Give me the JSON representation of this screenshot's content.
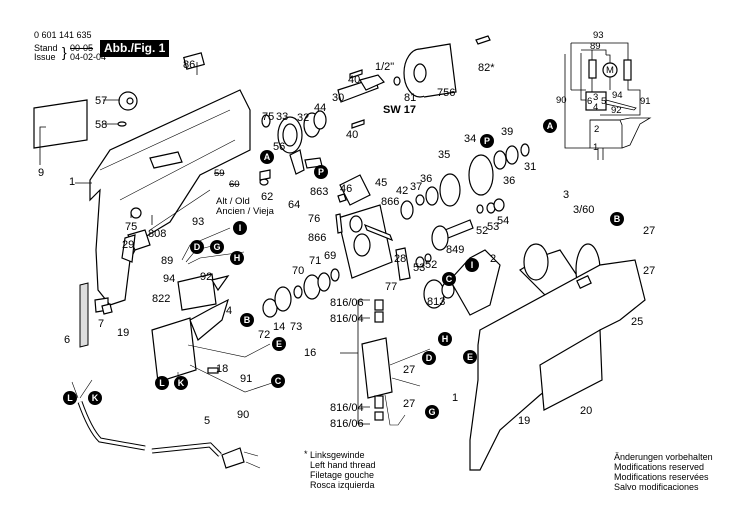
{
  "header": {
    "part_number": "0 601 141 635",
    "stand_label": "Stand",
    "issue_label": "Issue",
    "stand_value_struck": "00-05",
    "issue_date": "04-02-04",
    "figure_label": "Abb./Fig. 1"
  },
  "notes": {
    "asterisk": "*",
    "left_hand_thread": [
      "Linksgewinde",
      "Left hand thread",
      "Filetage gouche",
      "Rosca izquierda"
    ],
    "modifications": [
      "Änderungen vorbehalten",
      "Modifications reserved",
      "Modifications reservées",
      "Salvo modificaciones"
    ],
    "alt_old": [
      "Alt / Old",
      "Ancien / Vieja"
    ]
  },
  "part_labels": {
    "p1a": "1",
    "p1b": "1",
    "p2": "2",
    "p3": "3",
    "p3_60": "3/60",
    "p4": "4",
    "p5": "5",
    "p6": "6",
    "p7": "7",
    "p9": "9",
    "p14": "14",
    "p16": "16",
    "p18": "18",
    "p19a": "19",
    "p19b": "19",
    "p20": "20",
    "p25": "25",
    "p27a": "27",
    "p27b": "27",
    "p27c": "27",
    "p27d": "27",
    "p28": "28",
    "p29": "29",
    "p30": "30",
    "p31": "31",
    "p32": "32",
    "p33": "33",
    "p34": "34",
    "p35": "35",
    "p36a": "36",
    "p36b": "36",
    "p37": "37",
    "p39": "39",
    "p40a": "40",
    "p40b": "40",
    "p42": "42",
    "p44": "44",
    "p45": "45",
    "p46": "46",
    "p52a": "52",
    "p52b": "52",
    "p53a": "53",
    "p53b": "53",
    "p54": "54",
    "p56": "56",
    "p57": "57",
    "p58": "58",
    "p59": "59",
    "p60": "60",
    "p62": "62",
    "p64": "64",
    "p69": "69",
    "p70": "70",
    "p71": "71",
    "p72": "72",
    "p73": "73",
    "p75a": "75",
    "p75b": "75",
    "p76": "76",
    "p77": "77",
    "p81": "81",
    "p82": "82*",
    "p86": "86",
    "p89": "89",
    "p90": "90",
    "p91": "91",
    "p92": "92",
    "p93": "93",
    "p94": "94",
    "p756": "756",
    "p808": "808",
    "p813": "813",
    "p816_06a": "816/06",
    "p816_04a": "816/04",
    "p816_04b": "816/04",
    "p816_06b": "816/06",
    "p822": "822",
    "p849": "849",
    "p863": "863",
    "p866a": "866",
    "p866b": "866",
    "half_inch": "1/2\"",
    "sw17": "SW 17"
  },
  "markers": {
    "A": "A",
    "B": "B",
    "C": "C",
    "D": "D",
    "E": "E",
    "G": "G",
    "H": "H",
    "I": "I",
    "K": "K",
    "L": "L",
    "P": "P"
  },
  "schematic": {
    "labels": {
      "w93": "93",
      "w89": "89",
      "w90": "90",
      "w91": "91",
      "w92": "92",
      "w94": "94",
      "t1": "1",
      "t2": "2",
      "t3": "3",
      "t4": "4",
      "t5": "5",
      "t6": "6",
      "motor": "M"
    }
  }
}
